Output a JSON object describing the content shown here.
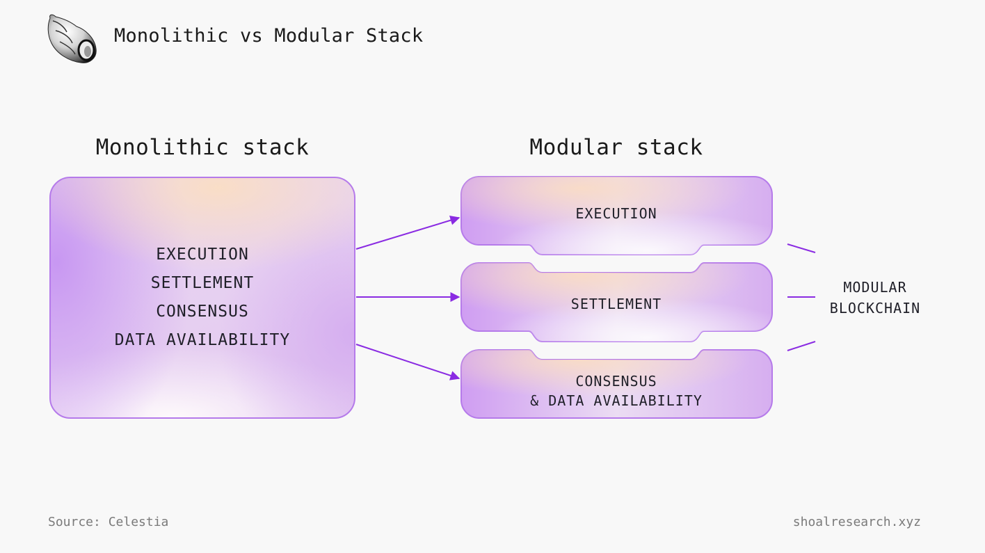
{
  "header": {
    "title": "Monolithic vs Modular Stack",
    "logo_icon": "seashell-icon"
  },
  "monolithic": {
    "title": "Monolithic stack",
    "layers": [
      "EXECUTION",
      "SETTLEMENT",
      "CONSENSUS",
      "DATA AVAILABILITY"
    ]
  },
  "modular": {
    "title": "Modular stack",
    "layers": {
      "execution": "EXECUTION",
      "settlement": "SETTLEMENT",
      "consensus_line1": "CONSENSUS",
      "consensus_line2": "& DATA AVAILABILITY"
    },
    "group_label_line1": "MODULAR",
    "group_label_line2": "BLOCKCHAIN"
  },
  "footer": {
    "source": "Source: Celestia",
    "site": "shoalresearch.xyz"
  },
  "colors": {
    "accent": "#8a2be2",
    "box_border": "#b57aea",
    "background": "#f8f8f8"
  }
}
